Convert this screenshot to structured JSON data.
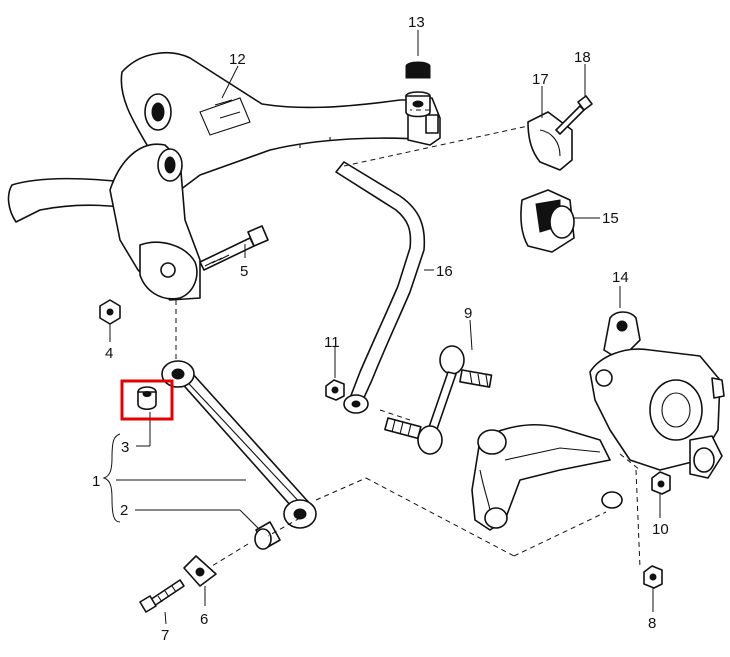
{
  "labels": {
    "l1": "1",
    "l2": "2",
    "l3": "3",
    "l4": "4",
    "l5": "5",
    "l6": "6",
    "l7": "7",
    "l8": "8",
    "l9": "9",
    "l10": "10",
    "l11": "11",
    "l12": "12",
    "l13": "13",
    "l14": "14",
    "l15": "15",
    "l16": "16",
    "l17": "17",
    "l18": "18"
  },
  "colors": {
    "highlight": "#e60000",
    "line": "#111111",
    "background": "#ffffff"
  }
}
